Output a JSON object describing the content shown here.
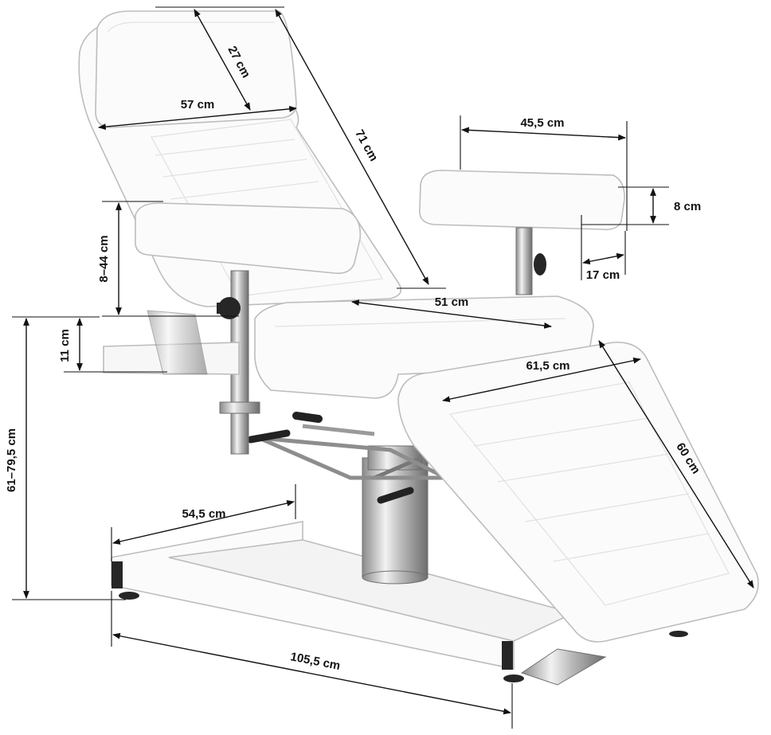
{
  "colors": {
    "background": "#ffffff",
    "upholstery": "#fbfbfb",
    "outline": "#bdbdbd",
    "dimension_line": "#111111",
    "chrome": "#c9c9c9",
    "knob": "#262626"
  },
  "dimensions": {
    "headrest_height": "27 cm",
    "headrest_width": "57 cm",
    "backrest_length": "71 cm",
    "armrest_length": "45,5 cm",
    "armrest_thickness": "8 cm",
    "armrest_width": "17 cm",
    "armrest_height_range": "8–44 cm",
    "side_rest_height": "11 cm",
    "seat_width": "51 cm",
    "leg_section_width": "61,5 cm",
    "leg_section_length": "60 cm",
    "seat_height_range": "61–79,5 cm",
    "base_width": "54,5 cm",
    "total_length": "105,5 cm"
  }
}
